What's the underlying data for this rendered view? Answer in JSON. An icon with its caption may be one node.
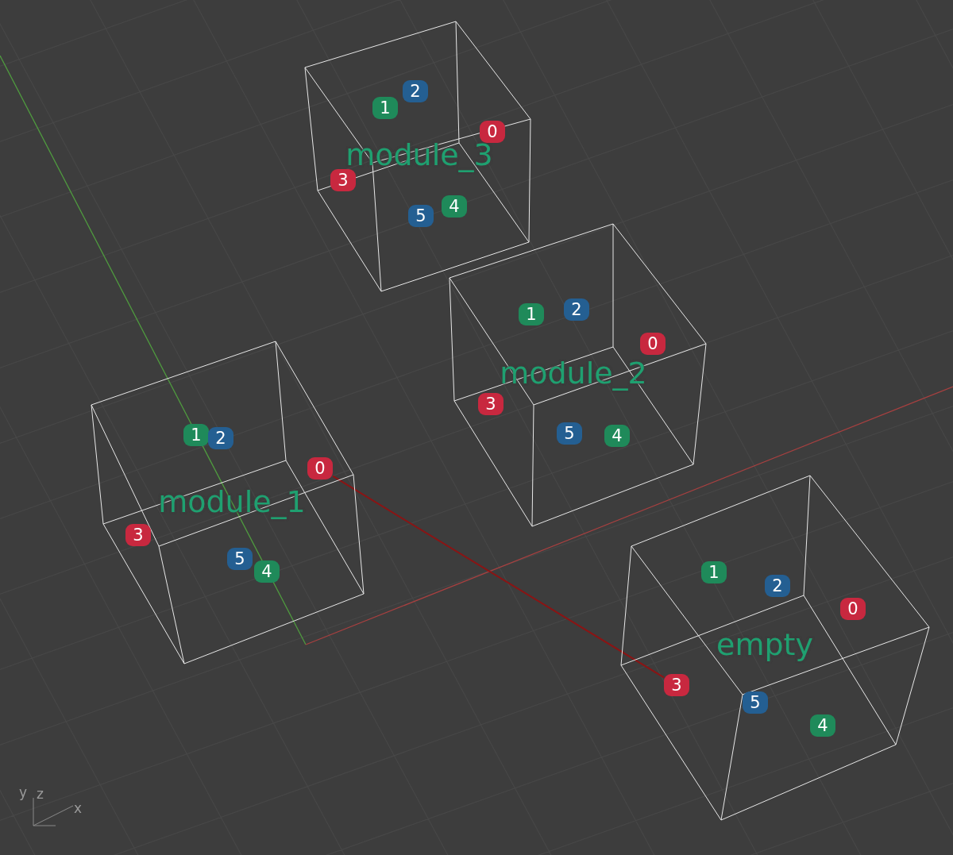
{
  "diagram": {
    "nodes": [
      {
        "text": [
          "module_3"
        ]
      },
      {
        "text": [
          "2"
        ],
        "in": 0
      },
      {
        "text": [
          "1"
        ],
        "in": 0
      },
      {
        "text": [
          "0"
        ],
        "in": 0
      },
      {
        "text": [
          "3"
        ],
        "in": 0
      },
      {
        "text": [
          "4"
        ],
        "in": 0
      },
      {
        "text": [
          "5"
        ],
        "in": 0
      },
      {
        "text": [
          "module_2"
        ]
      },
      {
        "text": [
          "2"
        ],
        "in": 7
      },
      {
        "text": [
          "1"
        ],
        "in": 7
      },
      {
        "text": [
          "0"
        ],
        "in": 7
      },
      {
        "text": [
          "3"
        ],
        "in": 7
      },
      {
        "text": [
          "5"
        ],
        "in": 7
      },
      {
        "text": [
          "4"
        ],
        "in": 7
      },
      {
        "text": [
          "module_1"
        ]
      },
      {
        "text": [
          "1"
        ],
        "in": 14
      },
      {
        "text": [
          "2"
        ],
        "in": 14
      },
      {
        "text": [
          "0"
        ],
        "in": 14
      },
      {
        "text": [
          "3"
        ],
        "in": 14
      },
      {
        "text": [
          "5"
        ],
        "in": 14
      },
      {
        "text": [
          "4"
        ],
        "in": 14
      },
      {
        "text": [
          "empty"
        ]
      },
      {
        "text": [
          "1"
        ],
        "in": 21
      },
      {
        "text": [
          "2"
        ],
        "in": 21
      },
      {
        "text": [
          "0"
        ],
        "in": 21
      },
      {
        "text": [
          "3"
        ],
        "in": 21
      },
      {
        "text": [
          "5"
        ],
        "in": 21
      },
      {
        "text": [
          "4"
        ],
        "in": 21
      }
    ],
    "edges": [
      {
        "from": 17,
        "to": 25,
        "arrow": "none"
      }
    ],
    "labels": [
      "y",
      "z",
      "x"
    ]
  }
}
